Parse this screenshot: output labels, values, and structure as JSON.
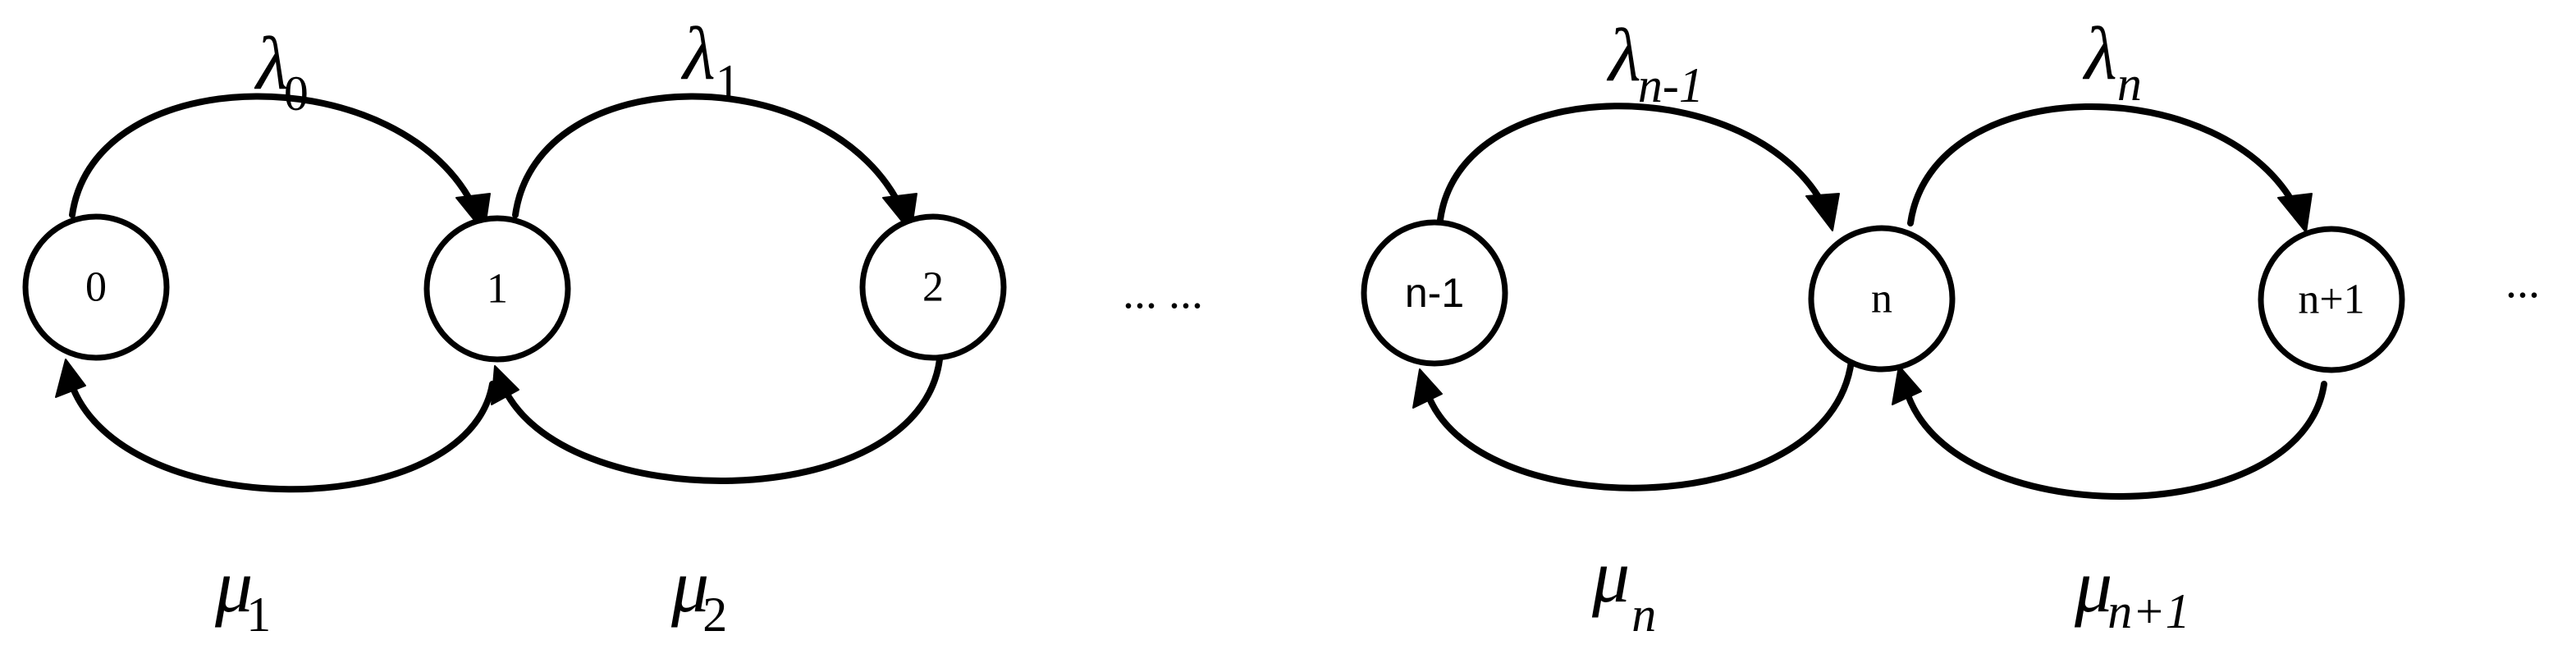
{
  "states": [
    {
      "id": "s0",
      "label": "0"
    },
    {
      "id": "s1",
      "label": "1"
    },
    {
      "id": "s2",
      "label": "2"
    },
    {
      "id": "sn1",
      "label": "n-1"
    },
    {
      "id": "sn",
      "label": "n"
    },
    {
      "id": "snp1",
      "label": "n+1"
    }
  ],
  "ellipses": {
    "middle": "... ...",
    "right": "..."
  },
  "birth_rates": [
    {
      "symbol": "λ",
      "sub": "0",
      "from": "0",
      "to": "1"
    },
    {
      "symbol": "λ",
      "sub": "1",
      "from": "1",
      "to": "2"
    },
    {
      "symbol": "λ",
      "sub": "n-1",
      "from": "n-1",
      "to": "n"
    },
    {
      "symbol": "λ",
      "sub": "n",
      "from": "n",
      "to": "n+1"
    }
  ],
  "death_rates": [
    {
      "symbol": "μ",
      "sub": "1",
      "from": "1",
      "to": "0"
    },
    {
      "symbol": "μ",
      "sub": "2",
      "from": "2",
      "to": "1"
    },
    {
      "symbol": "μ",
      "sub": "n",
      "from": "n",
      "to": "n-1"
    },
    {
      "symbol": "μ",
      "sub": "n+1",
      "from": "n+1",
      "to": "n"
    }
  ]
}
